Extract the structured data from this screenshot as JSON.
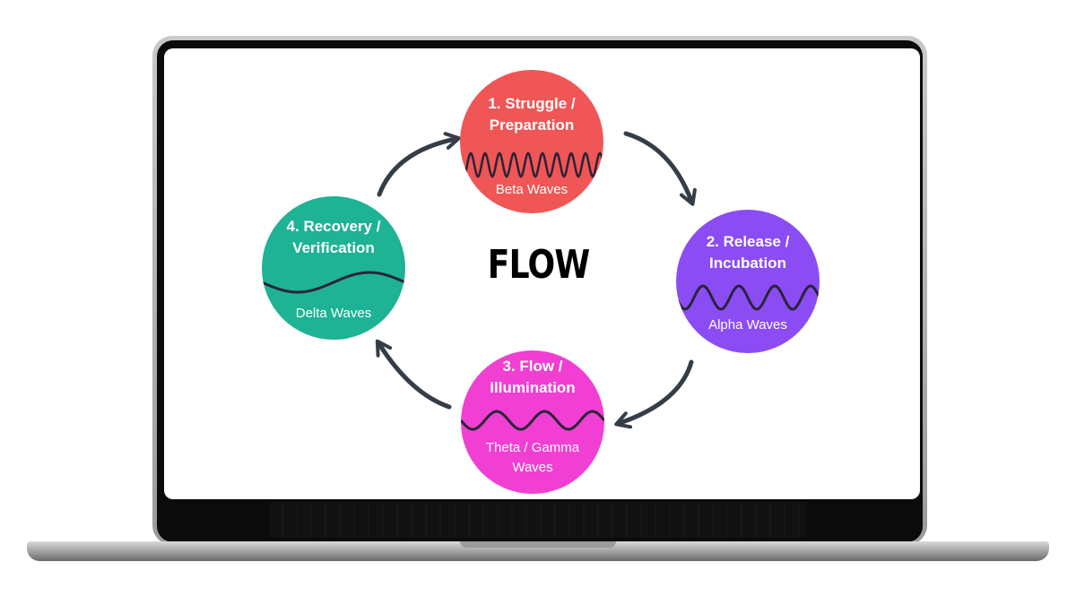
{
  "center_label": "FLOW",
  "stages": [
    {
      "title": "1. Struggle /\nPreparation",
      "wave": "Beta Waves",
      "color": "#F05656"
    },
    {
      "title": "2. Release /\nIncubation",
      "wave": "Alpha Waves",
      "color": "#8B4CF4"
    },
    {
      "title": "3. Flow /\nIllumination",
      "wave": "Theta / Gamma\nWaves",
      "color": "#F03FD2"
    },
    {
      "title": "4. Recovery /\nVerification",
      "wave": "Delta Waves",
      "color": "#1DB394"
    }
  ],
  "colors": {
    "arrow": "#353D47",
    "wave_line": "#2A2438"
  },
  "icons": [
    "arrow-icon"
  ]
}
